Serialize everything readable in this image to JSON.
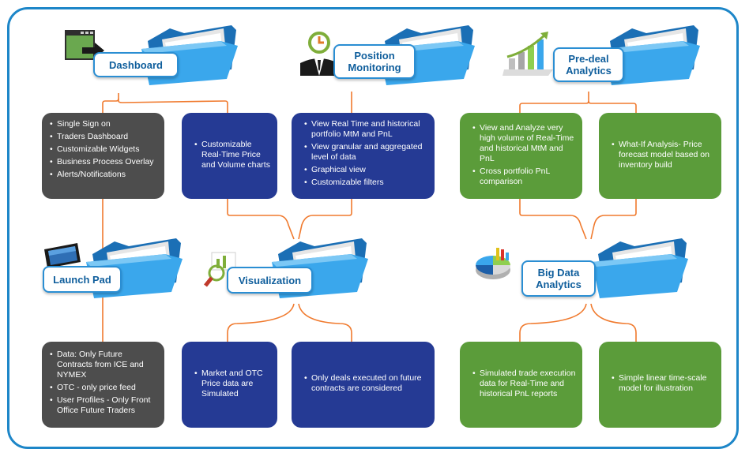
{
  "modules": {
    "dashboard": {
      "title": "Dashboard"
    },
    "position_monitoring": {
      "title_line1": "Position",
      "title_line2": "Monitoring"
    },
    "predeal": {
      "title_line1": "Pre-deal",
      "title_line2": "Analytics"
    },
    "launch_pad": {
      "title": "Launch Pad"
    },
    "visualization": {
      "title": "Visualization"
    },
    "big_data": {
      "title_line1": "Big Data",
      "title_line2": "Analytics"
    }
  },
  "boxes": {
    "dashboard_features": [
      "Single Sign on",
      "Traders Dashboard",
      "Customizable Widgets",
      "Business Process Overlay",
      "Alerts/Notifications"
    ],
    "realtime_charts": [
      "Customizable Real-Time Price and Volume charts"
    ],
    "position_features": [
      "View Real Time and historical portfolio MtM and PnL",
      "View granular and aggregated level of data",
      "Graphical view",
      "Customizable filters"
    ],
    "analyze_volume": [
      "View and Analyze very high volume of Real-Time and historical MtM and PnL",
      "Cross portfolio PnL comparison"
    ],
    "what_if": [
      "What-If Analysis- Price forecast model based on inventory build"
    ],
    "launch_data": [
      "Data: Only Future Contracts from ICE and NYMEX",
      "OTC - only price feed",
      "User Profiles - Only Front Office Future Traders"
    ],
    "market_otc": [
      "Market and OTC Price data are Simulated"
    ],
    "only_deals": [
      "Only deals executed on future contracts are considered"
    ],
    "simulated_trade": [
      "Simulated trade execution data for Real-Time and historical PnL reports"
    ],
    "linear_model": [
      "Simple linear time-scale model for illustration"
    ]
  },
  "colors": {
    "frame": "#1d86c8",
    "wire": "#f07a2e",
    "gray": "#4d4d4d",
    "navy": "#253a94",
    "green": "#5b9c3a",
    "folder": "#2b9be0"
  }
}
